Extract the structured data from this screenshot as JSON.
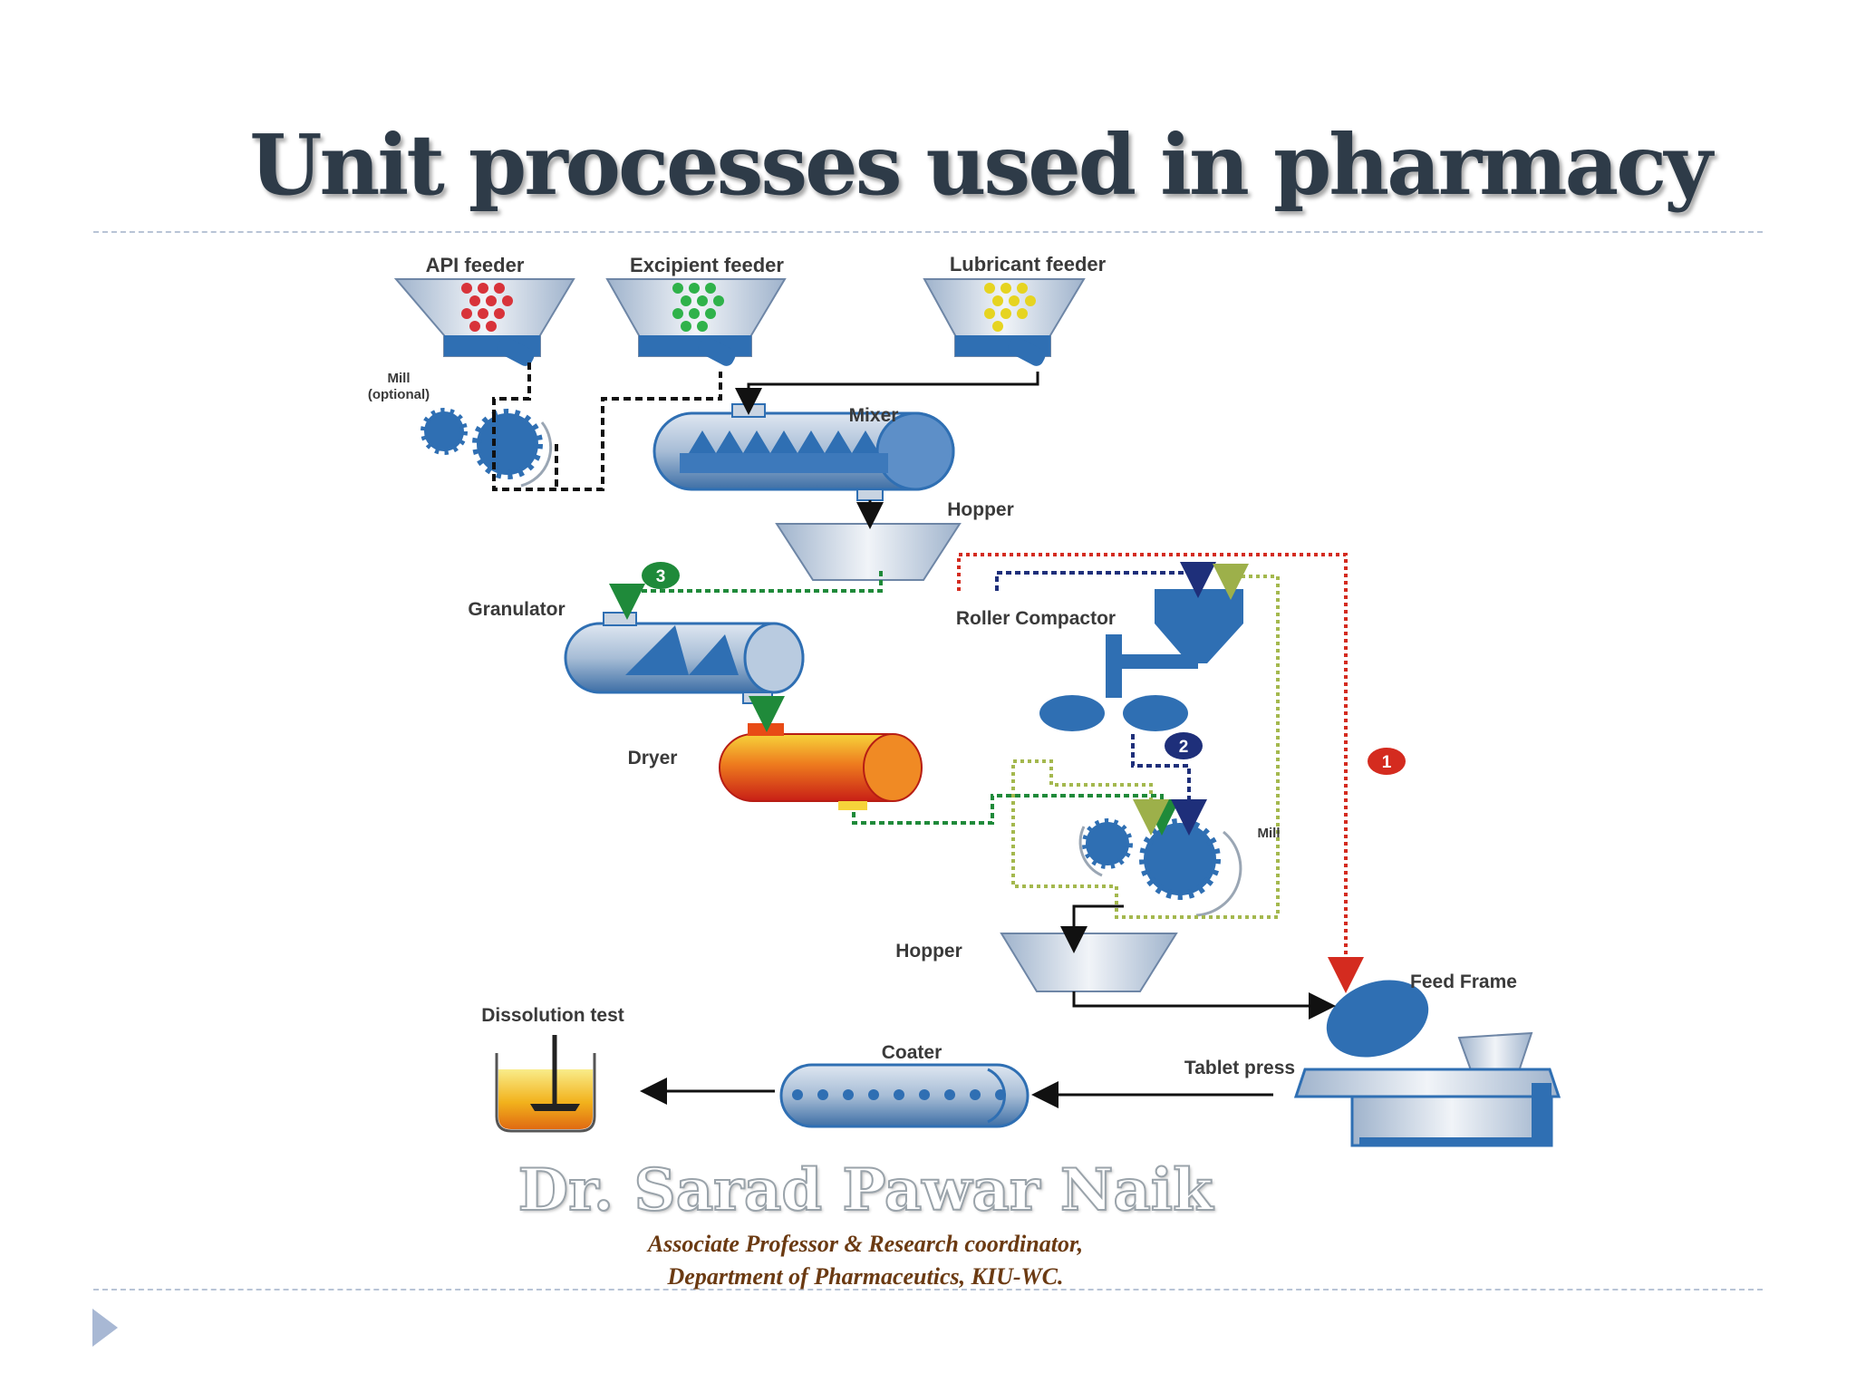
{
  "slide": {
    "title": "Unit processes used in pharmacy"
  },
  "diagram": {
    "labels": {
      "api_feeder": "API feeder",
      "excipient_feeder": "Excipient feeder",
      "lubricant_feeder": "Lubricant feeder",
      "mill_optional_1": "Mill",
      "mill_optional_2": "(optional)",
      "mixer": "Mixer",
      "hopper_top": "Hopper",
      "granulator": "Granulator",
      "roller_compactor": "Roller Compactor",
      "dryer": "Dryer",
      "mill": "Mill",
      "hopper_bottom": "Hopper",
      "feed_frame": "Feed Frame",
      "dissolution_test": "Dissolution test",
      "coater": "Coater",
      "tablet_press": "Tablet press"
    },
    "route_badges": [
      "1",
      "2",
      "3"
    ],
    "colors": {
      "equipment_blue": "#2f6fb3",
      "route_1_red": "#d42b1f",
      "route_2_navy": "#1e2f7a",
      "route_3_green": "#1f8a3a",
      "dryer_orange": "#e8501a",
      "api_particles": "#d8333a",
      "excipient_particles": "#2fb24a",
      "lubricant_particles": "#e6d420"
    }
  },
  "footer": {
    "watermark": "Dr. Sarad Pawar Naik",
    "credit_line1": "Associate Professor & Research coordinator,",
    "credit_line2": "Department of Pharmaceutics, KIU-WC."
  },
  "icons": {
    "bullet": "triangle-right-icon"
  }
}
